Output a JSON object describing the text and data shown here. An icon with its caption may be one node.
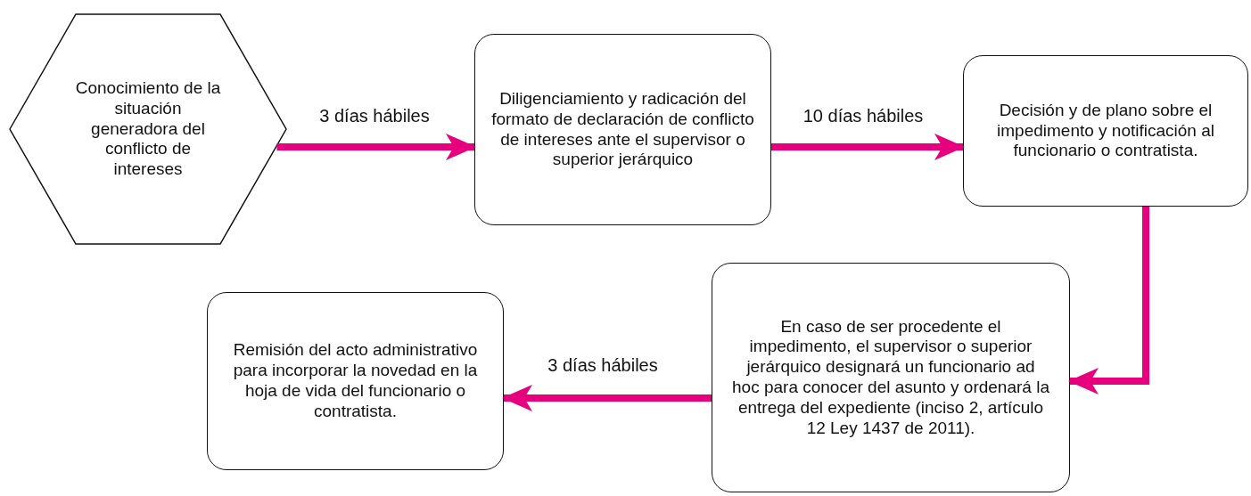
{
  "diagram": {
    "nodes": [
      {
        "text": [
          "Conocimiento de la situación generadora del conflicto de intereses"
        ]
      },
      {
        "text": [
          "Diligenciamiento y radicación del formato de declaración de conflicto de intereses ante el supervisor o superior jerárquico"
        ]
      },
      {
        "text": [
          "Decisión y de plano sobre el impedimento y notificación al funcionario o contratista."
        ]
      },
      {
        "text": [
          "En caso de ser procedente el impedimento, el supervisor o superior jerárquico designará un funcionario ad hoc para conocer del asunto y ordenará la entrega del expediente (inciso 2, artículo 12 Ley 1437 de 2011)."
        ]
      },
      {
        "text": [
          "Remisión del acto administrativo para incorporar la novedad en la hoja de vida del funcionario o contratista."
        ]
      }
    ],
    "edges": [
      {
        "from": 0,
        "to": 1,
        "arrow": "to",
        "label": "3 días hábiles"
      },
      {
        "from": 1,
        "to": 2,
        "arrow": "to",
        "label": "10 días hábiles"
      },
      {
        "from": 2,
        "to": 3,
        "arrow": "to"
      },
      {
        "from": 3,
        "to": 4,
        "arrow": "to",
        "label": "3 días hábiles"
      }
    ]
  }
}
